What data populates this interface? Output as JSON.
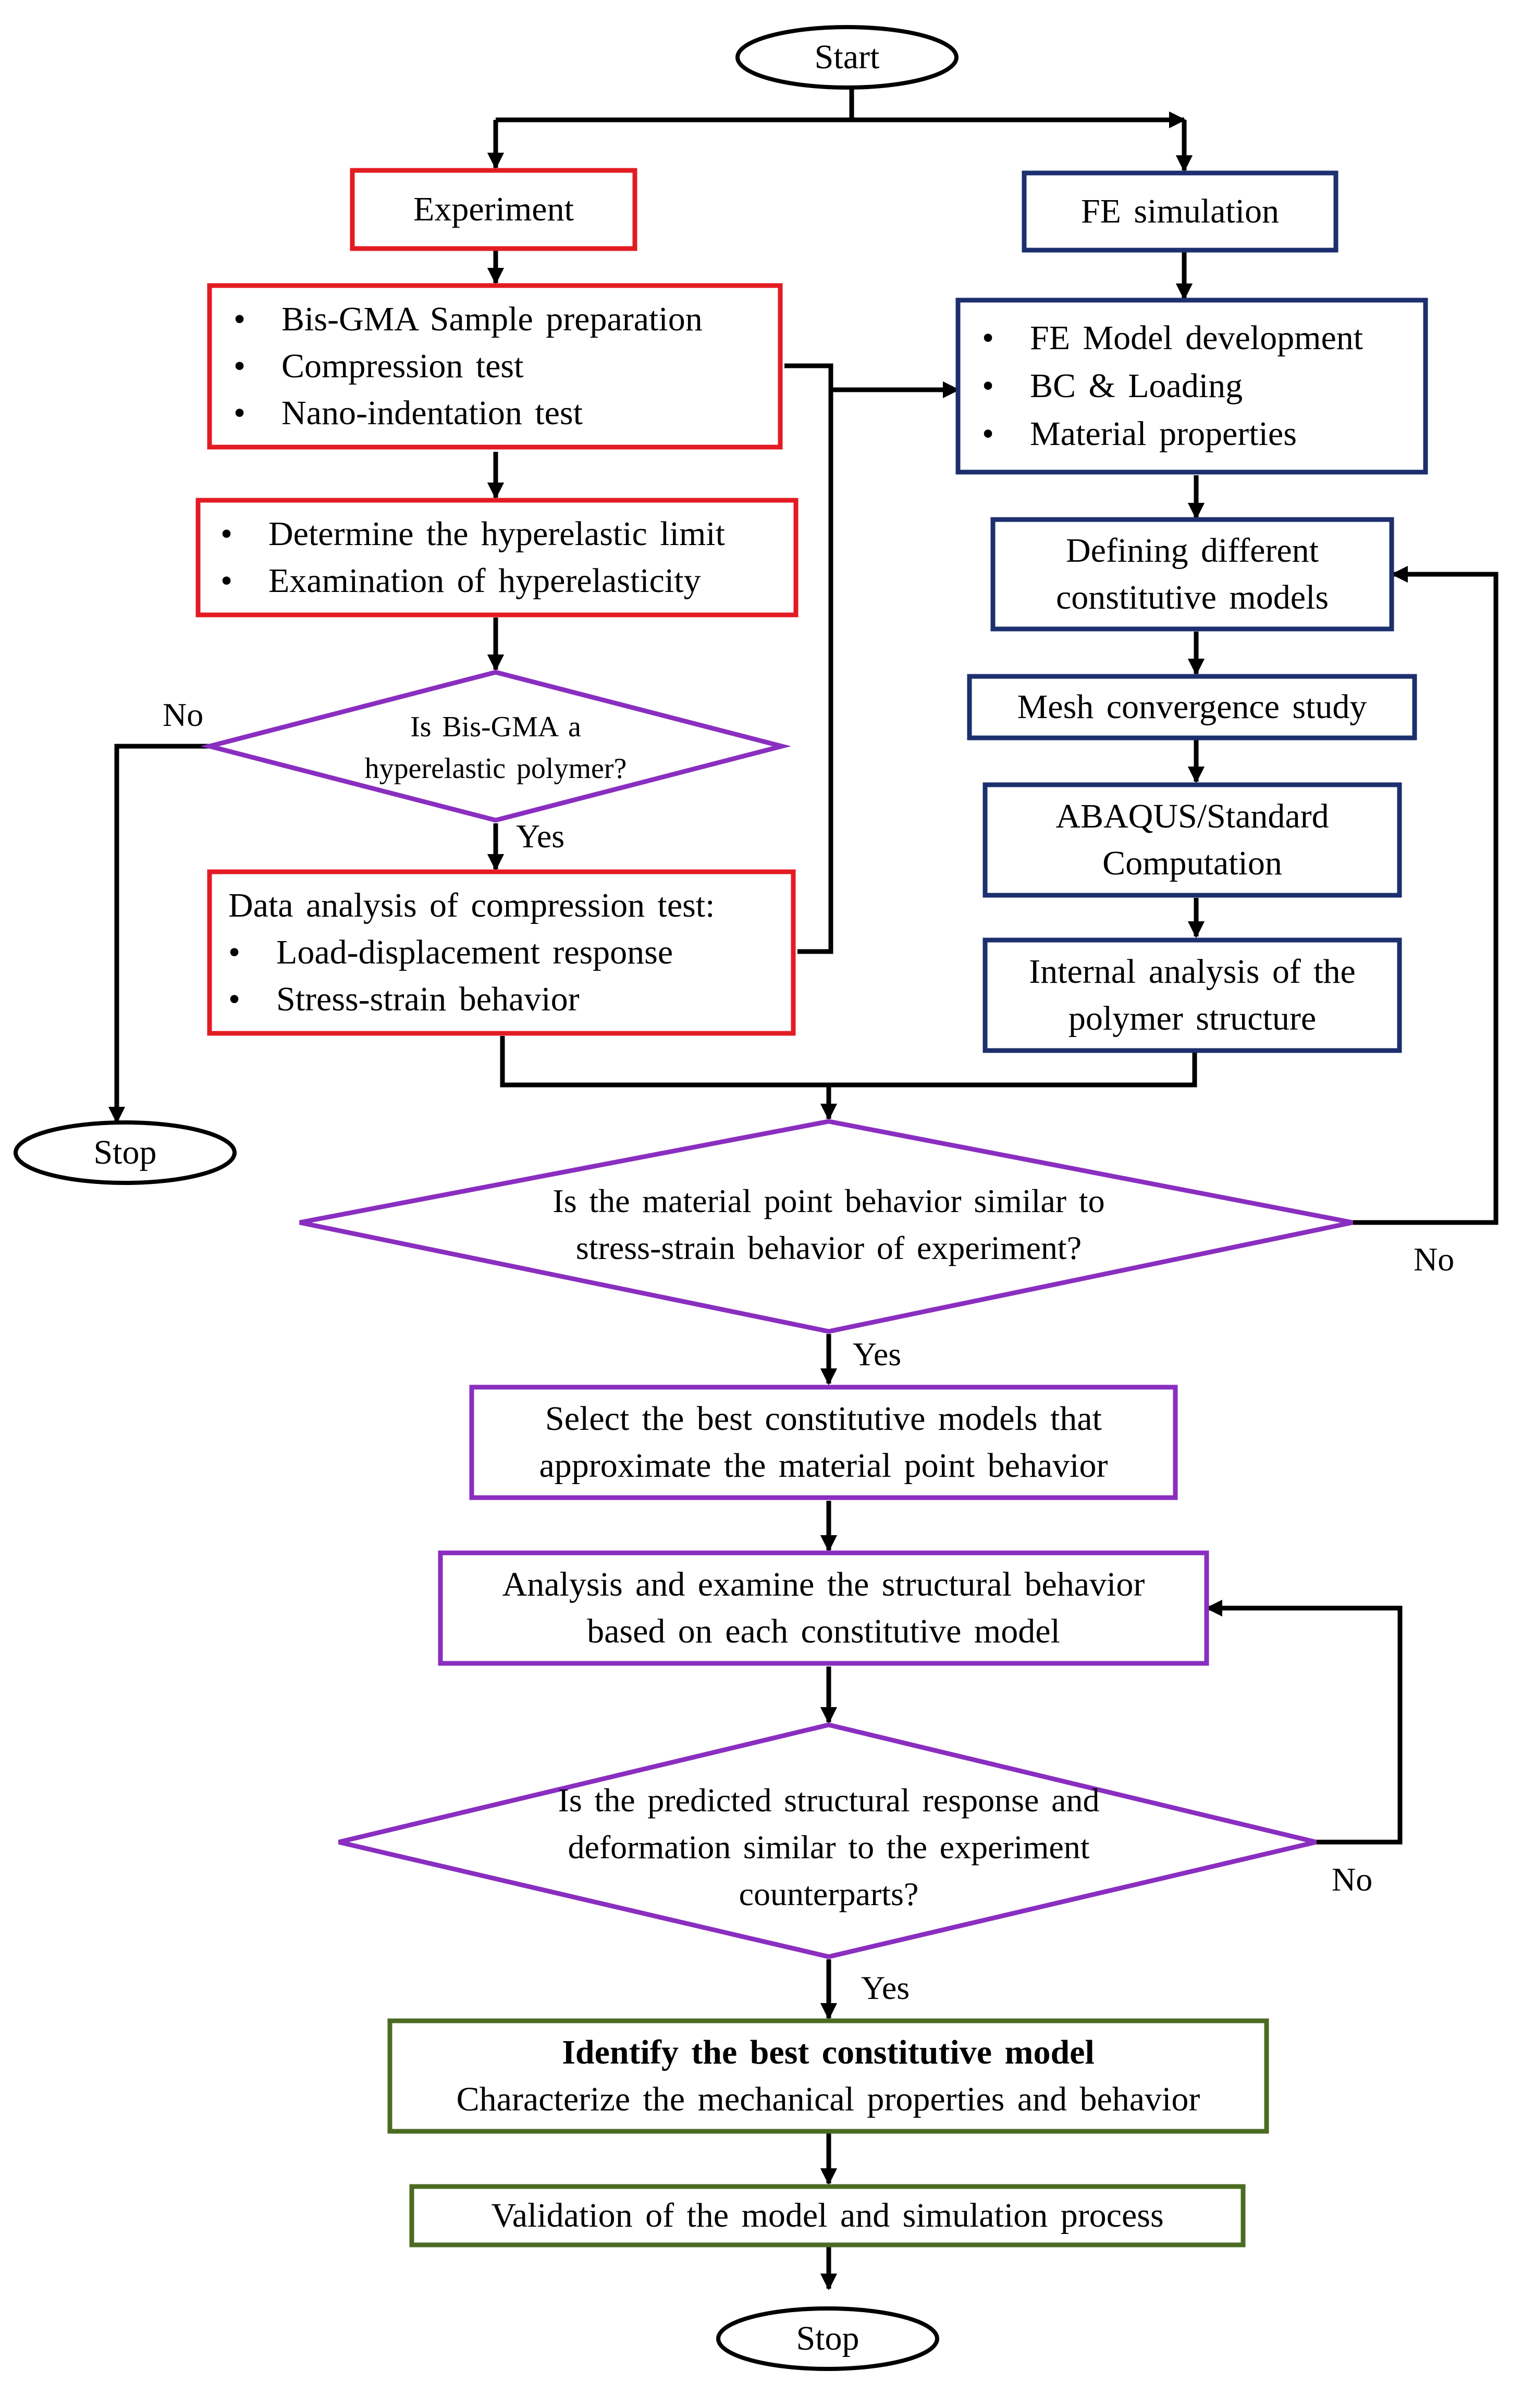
{
  "colors": {
    "red": "#e31b23",
    "blue": "#1c2f6e",
    "purple": "#8a2ec0",
    "green": "#4c6b22",
    "line": "#000000"
  },
  "nodes": {
    "start": "Start",
    "stop_left": "Stop",
    "stop_bottom": "Stop",
    "experiment": "Experiment",
    "fe_simulation": "FE simulation",
    "experiment_tasks": [
      "Bis-GMA Sample preparation",
      "Compression test",
      "Nano-indentation test"
    ],
    "fe_tasks": [
      "FE Model development",
      "BC & Loading",
      "Material properties"
    ],
    "hyperelastic_tasks": [
      "Determine the hyperelastic limit",
      "Examination of hyperelasticity"
    ],
    "defining_models": [
      "Defining different",
      "constitutive models"
    ],
    "mesh": "Mesh convergence study",
    "abaqus": [
      "ABAQUS/Standard",
      "Computation"
    ],
    "internal": [
      "Internal analysis of the",
      "polymer structure"
    ],
    "decision_hyper": [
      "Is Bis-GMA a",
      "hyperelastic polymer?"
    ],
    "data_analysis_title": "Data analysis of compression test:",
    "data_analysis_items": [
      "Load-displacement response",
      "Stress-strain behavior"
    ],
    "decision_material": [
      "Is the material point behavior similar to",
      "stress-strain behavior of experiment?"
    ],
    "select_best": [
      "Select the best constitutive models that",
      "approximate the material point behavior"
    ],
    "analysis_examine": [
      "Analysis and examine the structural behavior",
      "based on each constitutive model"
    ],
    "decision_structural": [
      "Is the predicted structural response and",
      "deformation similar to the experiment",
      "counterparts?"
    ],
    "identify_bold": "Identify the best constitutive model",
    "identify_sub": "Characterize the mechanical properties and behavior",
    "validation": "Validation of the model and simulation process"
  },
  "edge_labels": {
    "no_hyper": "No",
    "yes_hyper": "Yes",
    "yes_material": "Yes",
    "no_material": "No",
    "yes_structural": "Yes",
    "no_structural": "No"
  }
}
